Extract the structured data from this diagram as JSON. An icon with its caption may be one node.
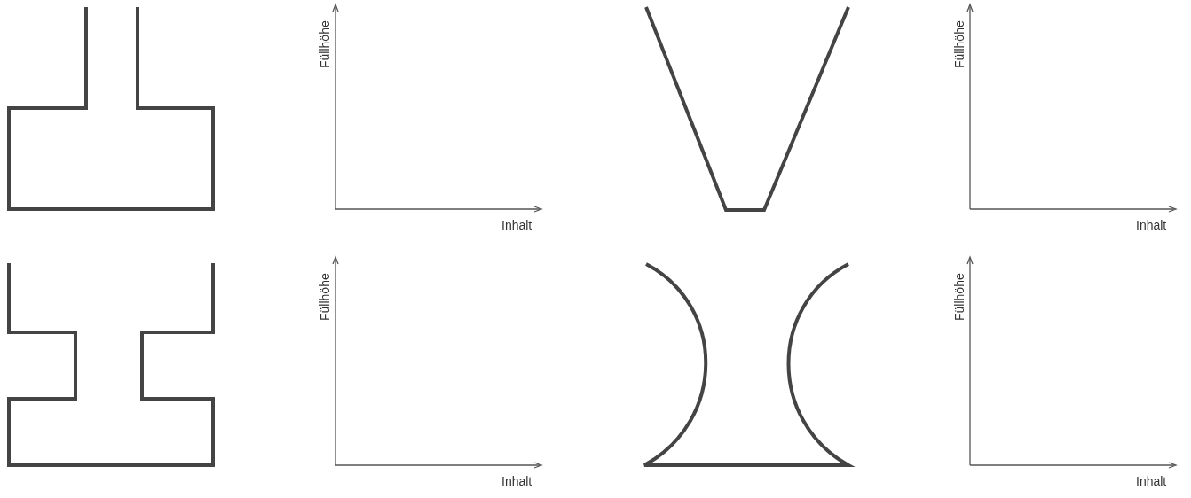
{
  "diagram": {
    "labels": [
      "Füllhöhe",
      "Inhalt",
      "Füllhöhe",
      "Inhalt",
      "Füllhöhe",
      "Inhalt",
      "Füllhöhe",
      "Inhalt"
    ]
  }
}
